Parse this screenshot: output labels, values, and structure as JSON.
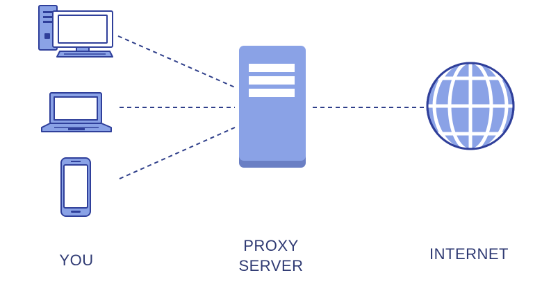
{
  "labels": {
    "you": "YOU",
    "proxy_line1": "PROXY",
    "proxy_line2": "SERVER",
    "internet": "INTERNET"
  },
  "icons": {
    "desktop": "desktop-computer-icon",
    "laptop": "laptop-icon",
    "phone": "smartphone-icon",
    "server": "proxy-server-icon",
    "globe": "globe-icon"
  },
  "colors": {
    "fill": "#8aa2e6",
    "outline": "#2f3f9a",
    "server_shadow": "#6a7fc4",
    "server_slot": "#ffffff",
    "dash": "#2f3f8a",
    "text": "#2f3a73"
  }
}
